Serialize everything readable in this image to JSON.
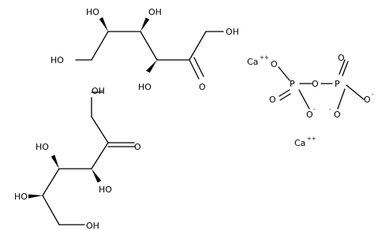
{
  "molecule": {
    "hydroxyl": "HO",
    "hydroxyl_right": "OH",
    "oxygen": "O",
    "phosphorus": "P",
    "calcium": "Ca",
    "cation_charge": "++",
    "anion_charge": "-"
  }
}
